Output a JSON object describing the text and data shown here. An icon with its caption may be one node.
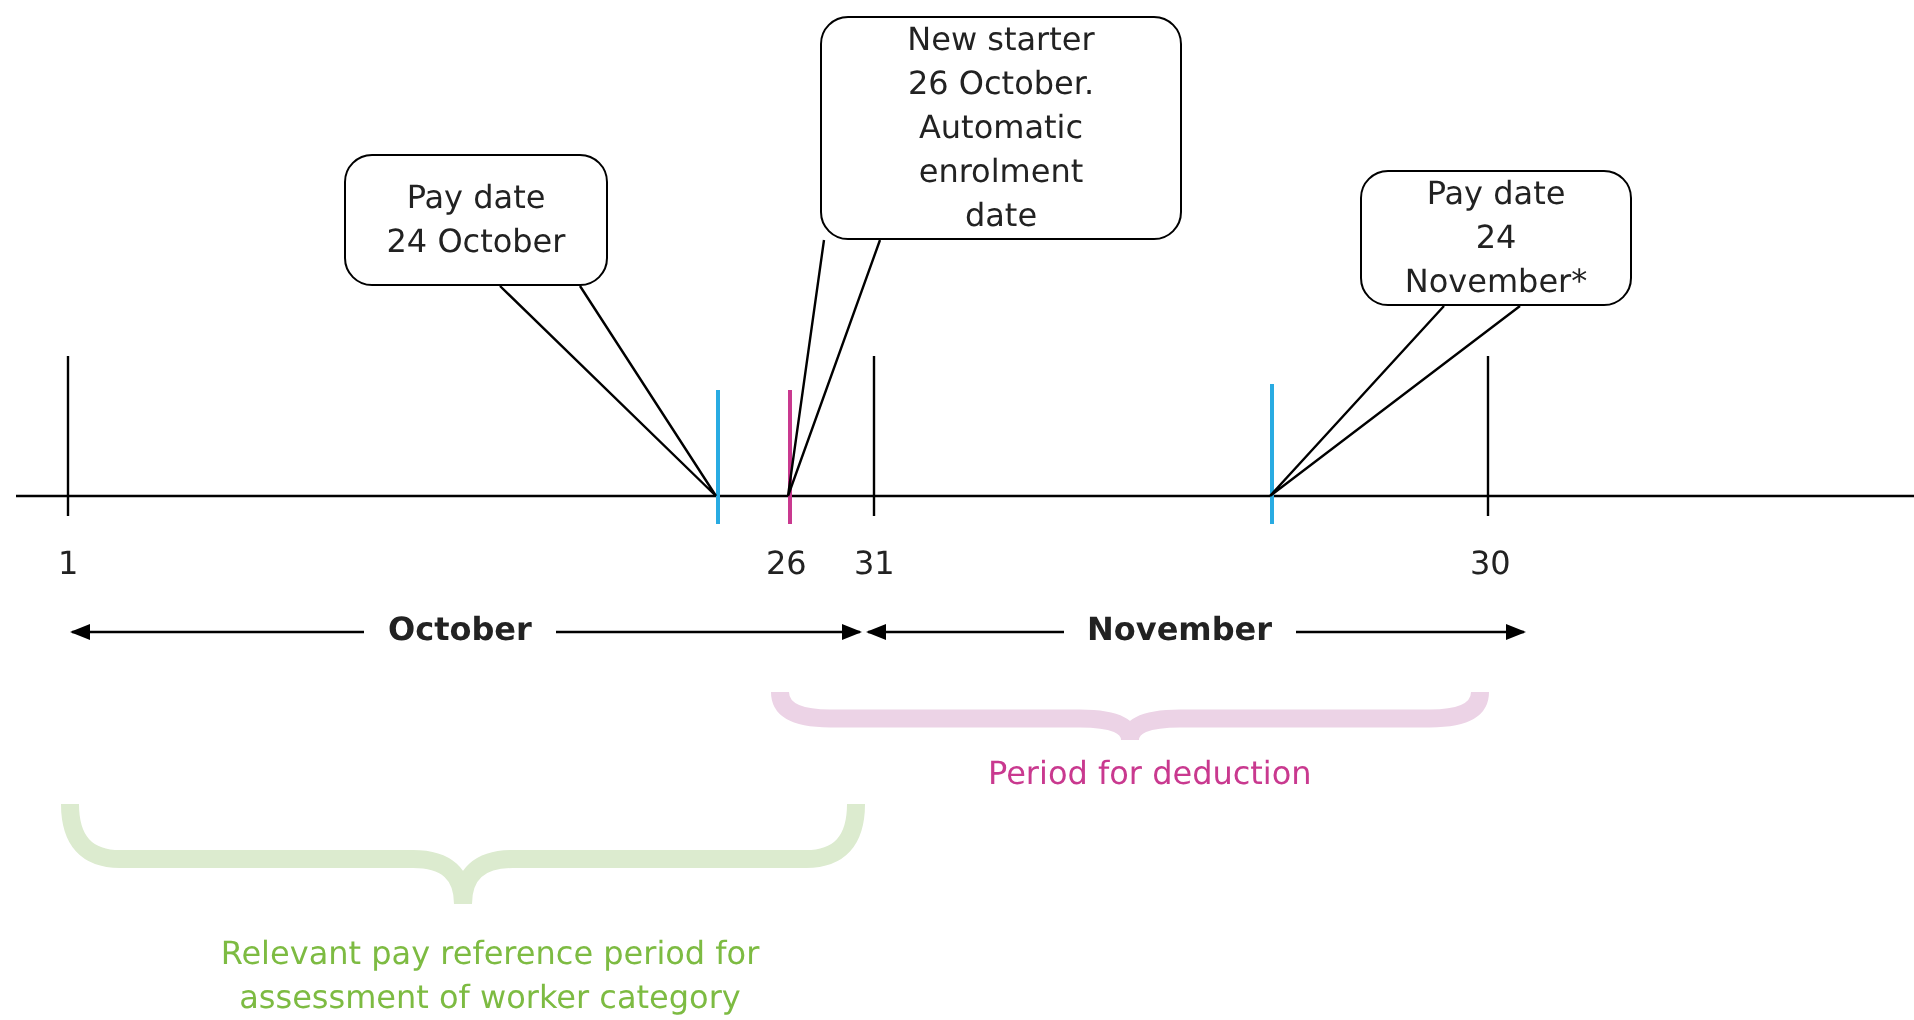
{
  "diagram": {
    "nodes": [
      {
        "text": [
          "Pay date 24 October"
        ]
      },
      {
        "text": [
          "New starter 26 October. Automatic enrolment date"
        ]
      },
      {
        "text": [
          "Pay date 24 November*"
        ]
      },
      {
        "text": [],
        "shape": "bar"
      },
      {
        "text": [],
        "shape": "bar"
      },
      {
        "text": [],
        "shape": "bar"
      }
    ],
    "edges": [
      {
        "from": 0,
        "to": 3,
        "arrow": "none"
      },
      {
        "from": 1,
        "to": 4,
        "arrow": "none"
      },
      {
        "from": 2,
        "to": 5,
        "arrow": "none"
      }
    ],
    "labels": [
      "1",
      "26",
      "31",
      "30",
      "October",
      "November",
      "Period for deduction",
      "Relevant pay reference period for assessment of worker category"
    ]
  }
}
